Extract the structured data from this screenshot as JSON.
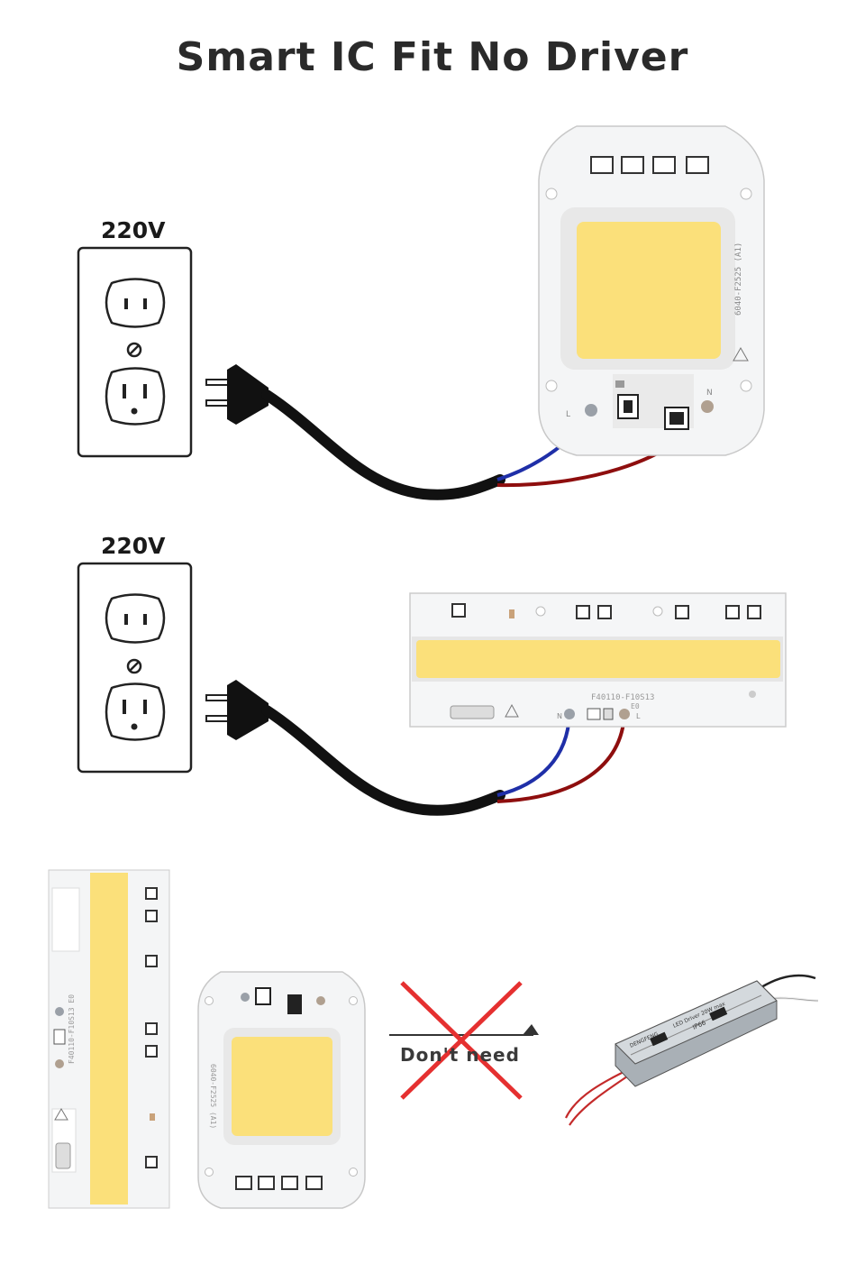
{
  "title": "Smart IC Fit No Driver",
  "outlet_top": {
    "voltage": "220V"
  },
  "outlet_bottom": {
    "voltage": "220V"
  },
  "chip_square": {
    "model": "6040-F2525 (A1)",
    "pin_left": "L",
    "pin_right": "N"
  },
  "chip_bar": {
    "model": "F40110-F10S13",
    "sub": "E0",
    "pin_left": "N",
    "pin_right": "L"
  },
  "strip_vertical": {
    "model": "F40110-F10S13 E0"
  },
  "chip_small": {
    "model": "6040-F2525 (A1)"
  },
  "dont_need": {
    "label": "Don't need"
  },
  "driver": {
    "brand": "DENGFENG",
    "label": "LED Driver 20W max",
    "rating": "IP66"
  },
  "colors": {
    "phosphor": "#fbe07a",
    "wire_blue": "#1f2fa8",
    "wire_red": "#8e0e0e",
    "cross": "#e53030"
  }
}
